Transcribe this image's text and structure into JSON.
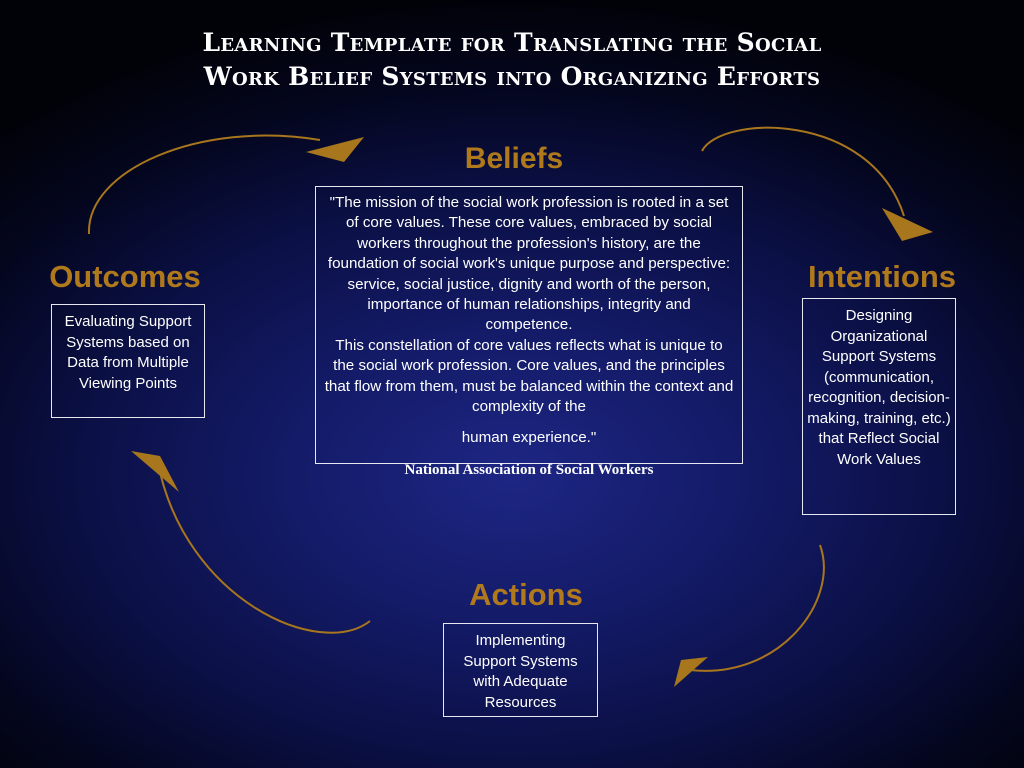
{
  "title": {
    "line1": "Learning Template for Translating the Social",
    "line2": "Work Belief Systems into Organizing Efforts"
  },
  "beliefs": {
    "heading": "Beliefs",
    "paragraph1": "\"The mission of the social work profession is rooted in a set of core values. These core values, embraced by social workers throughout the profession's history, are the foundation of social work's unique purpose and perspective: service, social justice, dignity and worth of the person, importance of human relationships, integrity and competence.",
    "paragraph2": "This constellation of core values reflects what is unique to the social work profession. Core values, and the principles that flow from them, must be balanced within the context and complexity of the",
    "paragraph3": "human experience.\"",
    "source": "National Association of Social Workers"
  },
  "intentions": {
    "heading": "Intentions",
    "text": "Designing Organizational Support Systems (communication, recognition, decision-making, training, etc.) that Reflect Social Work Values"
  },
  "actions": {
    "heading": "Actions",
    "text": "Implementing Support Systems with Adequate Resources"
  },
  "outcomes": {
    "heading": "Outcomes",
    "text": "Evaluating Support Systems based on Data from Multiple Viewing Points"
  },
  "colors": {
    "heading": "#b07a1c",
    "arrow": "#a8761c",
    "text": "#ffffff"
  }
}
